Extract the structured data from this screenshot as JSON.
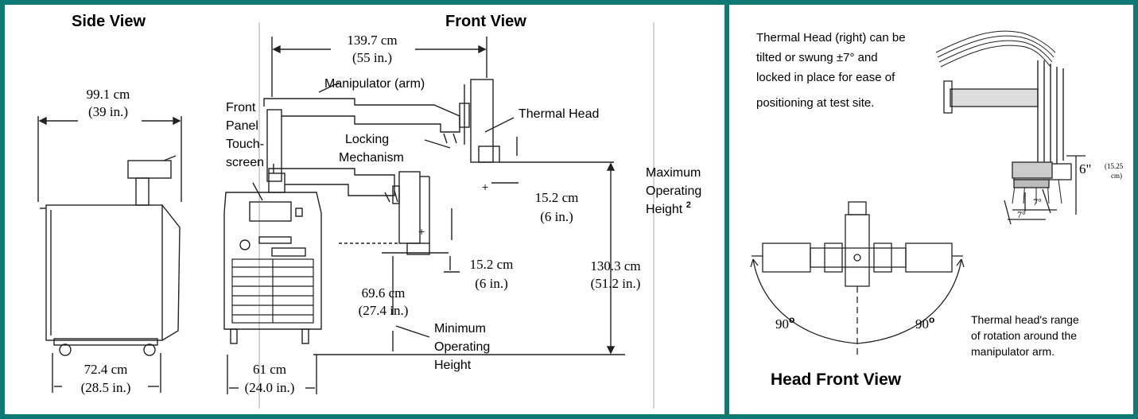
{
  "left": {
    "side_view_title": "Side View",
    "front_view_title": "Front View",
    "dim_width_cm": "139.7 cm",
    "dim_width_in": "(55 in.)",
    "dim_depth_cm": "99.1 cm",
    "dim_depth_in": "(39 in.)",
    "label_manipulator": "Manipulator (arm)",
    "label_thermal_head": "Thermal Head",
    "label_front": "Front",
    "label_panel": "Panel",
    "label_touch": "Touch-",
    "label_screen": "screen",
    "label_locking": "Locking",
    "label_mechanism": "Mechanism",
    "label_max_1": "Maximum",
    "label_max_2": "Operating",
    "label_max_3": "Height",
    "label_max_sup": "2",
    "dim_upper_cm": "15.2 cm",
    "dim_upper_in": "(6 in.)",
    "dim_lower_cm": "15.2 cm",
    "dim_lower_in": "(6 in.)",
    "dim_height_cm": "130.3 cm",
    "dim_height_in": "(51.2 in.)",
    "dim_min_cm": "69.6 cm",
    "dim_min_in": "(27.4 in.)",
    "label_min_1": "Minimum",
    "label_min_2": "Operating",
    "label_min_3": "Height",
    "dim_side_base_cm": "72.4 cm",
    "dim_side_base_in": "(28.5 in.)",
    "dim_front_base_cm": "61 cm",
    "dim_front_base_in": "(24.0 in.)"
  },
  "right": {
    "tilt_line_1": "Thermal Head (right) can be",
    "tilt_line_2": "tilted or swung  ±7° and",
    "tilt_line_3": "locked in place for ease of",
    "tilt_line_4": "positioning at test site.",
    "six_inch": "6\"",
    "six_inch_cm_1": "(15.25",
    "six_inch_cm_2": "cm)",
    "seven_a": "7°",
    "seven_b": "7°",
    "angle_left": "90",
    "angle_right": "90",
    "degree_mark": "o",
    "rotation_line_1": "Thermal head's range",
    "rotation_line_2": "of rotation around  the",
    "rotation_line_3": "manipulator arm.",
    "head_front_view_title": "Head Front View"
  }
}
